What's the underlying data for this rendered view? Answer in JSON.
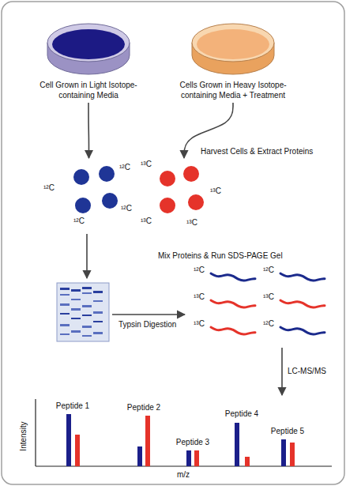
{
  "diagram": {
    "nodes": [
      {
        "text": [
          "Cell Grown in Light Isotope-containing Media"
        ]
      },
      {
        "text": [
          "Cells Grown in Heavy Isotope-containing Media + Treatment"
        ]
      },
      {
        "text": [
          "¹²C",
          "¹²C",
          "¹²C",
          "¹²C"
        ]
      },
      {
        "text": [
          "¹³C",
          "¹³C",
          "¹³C",
          "¹³C"
        ]
      },
      {
        "text": [
          "¹²C",
          "¹²C",
          "¹³C",
          "¹³C",
          "¹³C",
          "¹²C"
        ]
      }
    ],
    "edges": [
      {
        "from": 0,
        "to": 2,
        "arrow": "to"
      },
      {
        "from": 1,
        "to": 3,
        "arrow": "to"
      }
    ],
    "labels": [
      "Harvest Cells & Extract Proteins",
      "Mix Proteins & Run SDS-PAGE Gel",
      "Typsin Digestion",
      "LC-MS/MS",
      "Peptide 1",
      "Peptide 2",
      "Peptide 3",
      "Peptide 4",
      "Peptide 5",
      "Intensity",
      "m/z"
    ]
  }
}
